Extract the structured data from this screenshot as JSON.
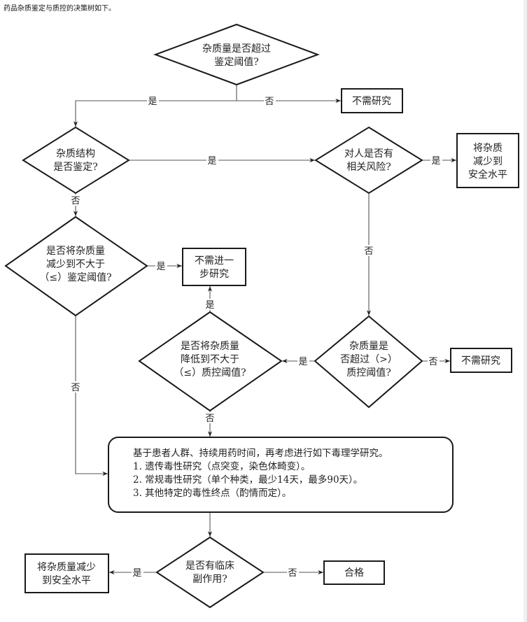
{
  "title": "药品杂质鉴定与质控的决策树如下。",
  "nodes": {
    "d1": {
      "lines": [
        "杂质量是否超过",
        "鉴定阈值?"
      ]
    },
    "b1": {
      "lines": [
        "不需研究"
      ]
    },
    "d2": {
      "lines": [
        "杂质结构",
        "是否鉴定?"
      ]
    },
    "d3": {
      "lines": [
        "对人是否有",
        "相关风险?"
      ]
    },
    "b2": {
      "lines": [
        "将杂质",
        "减少到",
        "安全水平"
      ]
    },
    "d4": {
      "lines": [
        "是否将杂质量",
        "减少到不大于",
        "（≤）鉴定阈值?"
      ]
    },
    "b3": {
      "lines": [
        "不需进一",
        "步研究"
      ]
    },
    "d5": {
      "lines": [
        "杂质量是",
        "否超过（>）",
        "质控阈值?"
      ]
    },
    "b4": {
      "lines": [
        "不需研究"
      ]
    },
    "d6": {
      "lines": [
        "是否将杂质量",
        "降低到不大于",
        "（≤）质控阈值?"
      ]
    },
    "tox": {
      "lines": [
        "基于患者人群、持续用药时间，再考虑进行如下毒理学研究。",
        "1. 遗传毒性研究（点突变，染色体畸变）。",
        "2. 常规毒性研究（单个种类，最少14天，最多90天）。",
        "3. 其他特定的毒性终点（酌情而定）。"
      ]
    },
    "d7": {
      "lines": [
        "是否有临床",
        "副作用?"
      ]
    },
    "b5": {
      "lines": [
        "将杂质量减少",
        "到安全水平"
      ]
    },
    "b6": {
      "lines": [
        "合格"
      ]
    }
  },
  "edges": {
    "d1_yes": "是",
    "d1_no": "否",
    "d2_yes": "是",
    "d2_no": "否",
    "d3_yes": "是",
    "d3_no": "否",
    "d4_yes": "是",
    "d4_no": "否",
    "d5_yes": "是",
    "d5_no": "否",
    "d6_yes": "是",
    "d6_no": "否",
    "d7_yes": "是",
    "d7_no": "否"
  }
}
